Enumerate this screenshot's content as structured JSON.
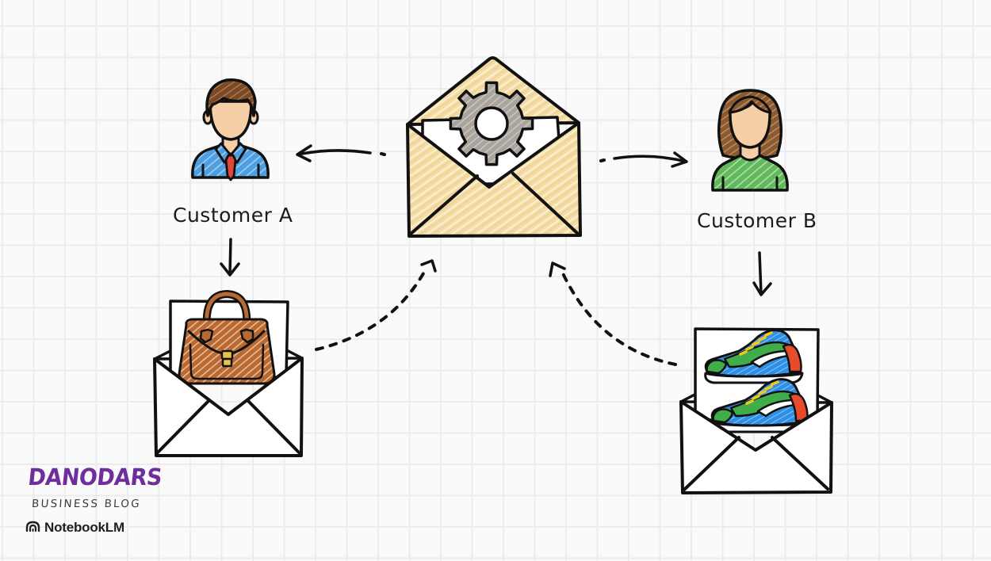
{
  "diagram": {
    "title": "Personalized email content per customer",
    "center_node": {
      "type": "open-envelope",
      "icon": "gear-icon",
      "meaning": "email template engine",
      "colors": {
        "envelope_fill": "#f4dca6",
        "gear_fill": "#a8a29c"
      }
    },
    "customers": [
      {
        "label": "Customer A",
        "avatar": "man-with-tie",
        "colors": {
          "shirt": "#4a9ee0",
          "tie": "#e0463c",
          "hair": "#7a4a26",
          "skin": "#f6cfa6"
        },
        "email_content": {
          "icon": "handbag-icon",
          "item": "Brown leather handbag",
          "color": "#b86a32"
        }
      },
      {
        "label": "Customer B",
        "avatar": "woman",
        "colors": {
          "shirt": "#62b85c",
          "hair": "#8a5a32",
          "skin": "#f6cfa6"
        },
        "email_content": {
          "icon": "sneakers-icon",
          "item": "Pair of running sneakers",
          "colors": [
            "#2f8fe6",
            "#3fae4a",
            "#e84a2c",
            "#f2c919"
          ]
        }
      }
    ],
    "edges": [
      {
        "from": "center-envelope",
        "to": "Customer A",
        "style": "solid"
      },
      {
        "from": "center-envelope",
        "to": "Customer B",
        "style": "solid"
      },
      {
        "from": "Customer A",
        "to": "handbag-envelope",
        "style": "solid"
      },
      {
        "from": "Customer B",
        "to": "sneakers-envelope",
        "style": "solid"
      },
      {
        "from": "handbag-envelope",
        "to": "center-envelope",
        "style": "dashed"
      },
      {
        "from": "sneakers-envelope",
        "to": "center-envelope",
        "style": "dashed"
      }
    ]
  },
  "branding": {
    "title": "DANODARS",
    "subtitle": "BUSINESS BLOG",
    "product": "NotebookLM",
    "product_icon": "notebooklm-logo-icon",
    "title_color": "#6e2e9c"
  }
}
